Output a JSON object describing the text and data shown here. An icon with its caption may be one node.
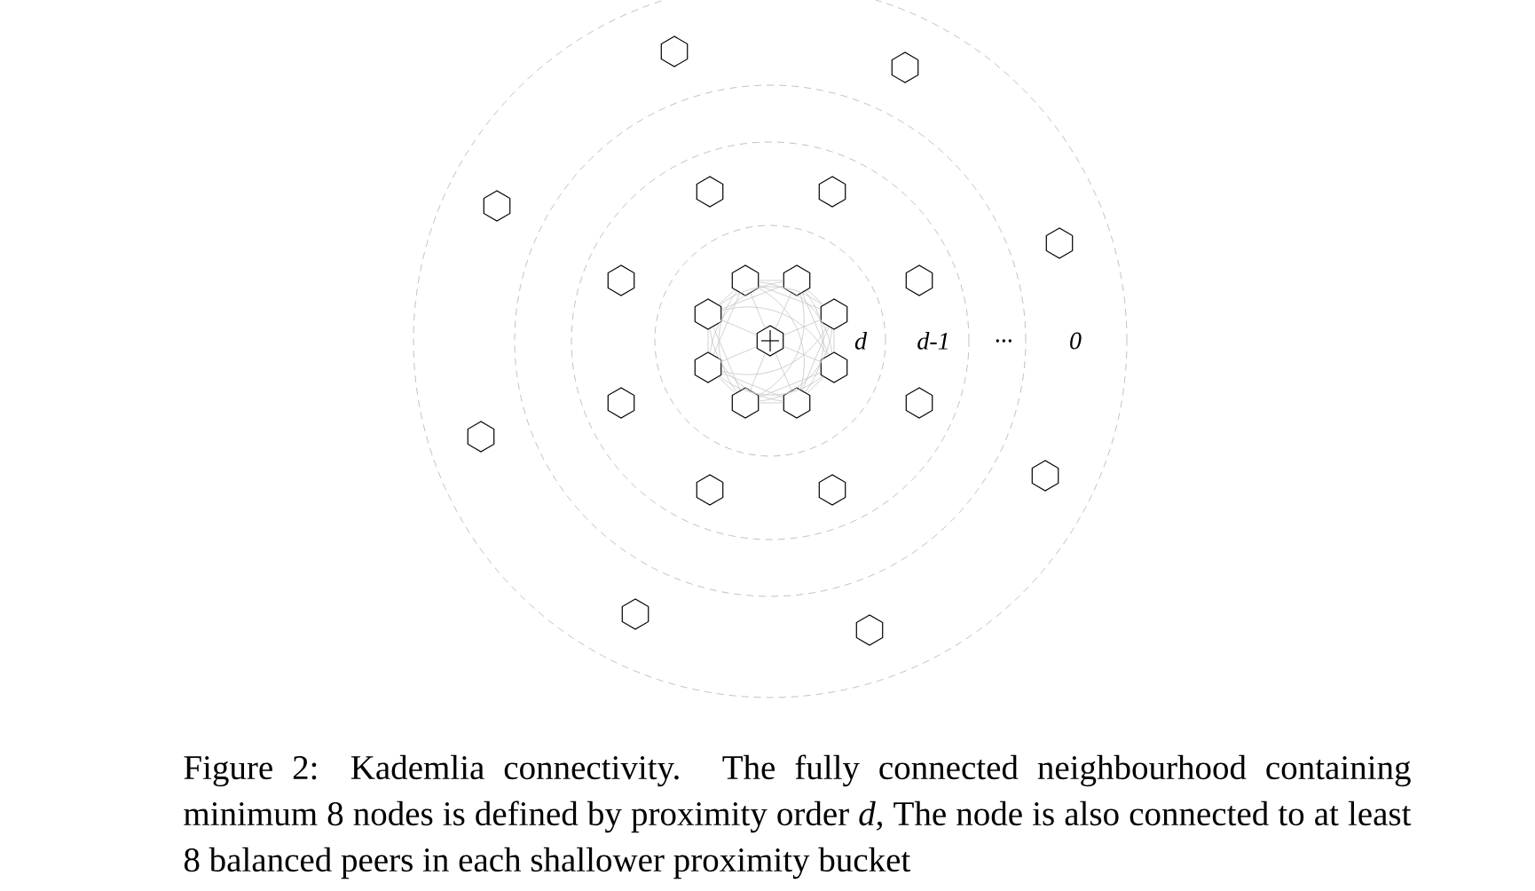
{
  "diagram": {
    "caption": "Figure 2: Kademlia connectivity. The fully connected neighbourhood containing minimum 8 nodes is defined by proximity order *d*, The node is also connected to at least 8 balanced peers in each shallower proximity bucket",
    "nodes": [
      {
        "text": [],
        "shape": "hexagon"
      },
      {
        "text": [],
        "shape": "hexagon"
      },
      {
        "text": [],
        "shape": "hexagon"
      },
      {
        "text": [],
        "shape": "hexagon"
      },
      {
        "text": [],
        "shape": "hexagon"
      },
      {
        "text": [],
        "shape": "hexagon"
      },
      {
        "text": [],
        "shape": "hexagon"
      },
      {
        "text": [],
        "shape": "hexagon"
      },
      {
        "text": [],
        "shape": "hexagon"
      },
      {
        "text": [],
        "shape": "hexagon"
      },
      {
        "text": [],
        "shape": "hexagon"
      },
      {
        "text": [],
        "shape": "hexagon"
      },
      {
        "text": [],
        "shape": "hexagon"
      },
      {
        "text": [],
        "shape": "hexagon"
      },
      {
        "text": [],
        "shape": "hexagon"
      },
      {
        "text": [],
        "shape": "hexagon"
      },
      {
        "text": [],
        "shape": "hexagon"
      },
      {
        "text": [],
        "shape": "hexagon"
      },
      {
        "text": [],
        "shape": "hexagon"
      },
      {
        "text": [],
        "shape": "hexagon"
      },
      {
        "text": [],
        "shape": "hexagon"
      },
      {
        "text": [],
        "shape": "hexagon"
      },
      {
        "text": [],
        "shape": "hexagon"
      },
      {
        "text": [],
        "shape": "hexagon"
      },
      {
        "text": [],
        "shape": "hexagon"
      }
    ],
    "edges": [
      {
        "from": 7,
        "to": 8,
        "arrow": "none"
      },
      {
        "from": 7,
        "to": 10,
        "arrow": "none"
      },
      {
        "from": 7,
        "to": 11,
        "arrow": "none"
      },
      {
        "from": 7,
        "to": 12,
        "arrow": "none"
      },
      {
        "from": 7,
        "to": 13,
        "arrow": "none"
      },
      {
        "from": 7,
        "to": 14,
        "arrow": "none"
      },
      {
        "from": 7,
        "to": 16,
        "arrow": "none"
      },
      {
        "from": 7,
        "to": 17,
        "arrow": "none"
      },
      {
        "from": 8,
        "to": 10,
        "arrow": "none"
      },
      {
        "from": 8,
        "to": 11,
        "arrow": "none"
      },
      {
        "from": 8,
        "to": 12,
        "arrow": "none"
      },
      {
        "from": 8,
        "to": 13,
        "arrow": "none"
      },
      {
        "from": 8,
        "to": 14,
        "arrow": "none"
      },
      {
        "from": 8,
        "to": 16,
        "arrow": "none"
      },
      {
        "from": 8,
        "to": 17,
        "arrow": "none"
      },
      {
        "from": 10,
        "to": 11,
        "arrow": "none"
      },
      {
        "from": 10,
        "to": 12,
        "arrow": "none"
      },
      {
        "from": 10,
        "to": 13,
        "arrow": "none"
      },
      {
        "from": 10,
        "to": 14,
        "arrow": "none"
      },
      {
        "from": 10,
        "to": 16,
        "arrow": "none"
      },
      {
        "from": 10,
        "to": 17,
        "arrow": "none"
      },
      {
        "from": 11,
        "to": 12,
        "arrow": "none"
      },
      {
        "from": 11,
        "to": 13,
        "arrow": "none"
      },
      {
        "from": 11,
        "to": 14,
        "arrow": "none"
      },
      {
        "from": 11,
        "to": 16,
        "arrow": "none"
      },
      {
        "from": 11,
        "to": 17,
        "arrow": "none"
      },
      {
        "from": 12,
        "to": 13,
        "arrow": "none"
      },
      {
        "from": 12,
        "to": 14,
        "arrow": "none"
      },
      {
        "from": 12,
        "to": 16,
        "arrow": "none"
      },
      {
        "from": 12,
        "to": 17,
        "arrow": "none"
      },
      {
        "from": 13,
        "to": 14,
        "arrow": "none"
      },
      {
        "from": 13,
        "to": 16,
        "arrow": "none"
      },
      {
        "from": 13,
        "to": 17,
        "arrow": "none"
      },
      {
        "from": 14,
        "to": 16,
        "arrow": "none"
      },
      {
        "from": 14,
        "to": 17,
        "arrow": "none"
      },
      {
        "from": 16,
        "to": 17,
        "arrow": "none"
      }
    ],
    "labels": [
      "d",
      "d-1",
      "...",
      "0"
    ]
  }
}
